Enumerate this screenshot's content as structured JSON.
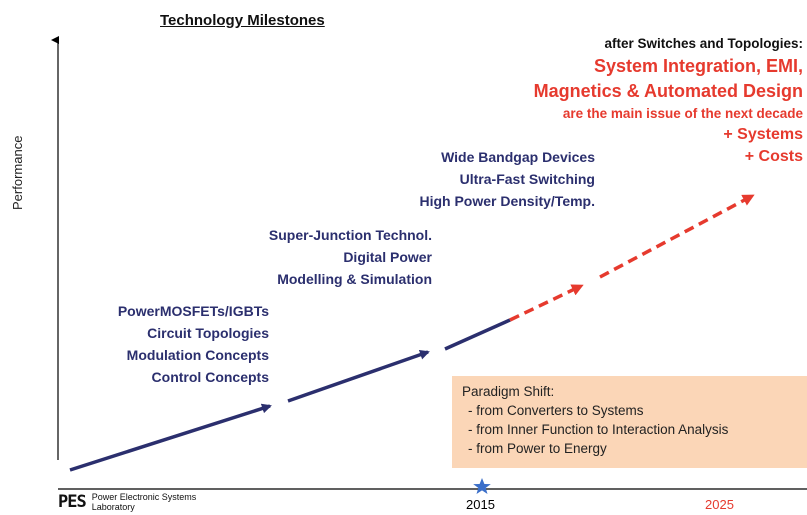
{
  "title": "Technology Milestones",
  "y_axis_label": "Performance",
  "milestones": [
    {
      "lines": [
        "PowerMOSFETs/IGBTs",
        "Circuit Topologies",
        "Modulation Concepts",
        "Control Concepts"
      ]
    },
    {
      "lines": [
        "Super-Junction Technol.",
        "Digital Power",
        "Modelling & Simulation"
      ]
    },
    {
      "lines": [
        "Wide Bandgap Devices",
        "Ultra-Fast Switching",
        "High Power Density/Temp."
      ]
    }
  ],
  "future": {
    "intro": "after Switches and Topologies:",
    "line1": "System Integration, EMI,",
    "line2": "Magnetics & Automated Design",
    "line3": "are the main issue of the next decade",
    "line4": "+ Systems",
    "line5": "+ Costs"
  },
  "paradigm": {
    "heading": "Paradigm Shift:",
    "items": [
      "- from Converters  to Systems",
      "- from Inner Function  to Interaction Analysis",
      "- from Power  to Energy"
    ]
  },
  "years": {
    "y2015": "2015",
    "y2025": "2025"
  },
  "logo": {
    "mark": "PES",
    "line1": "Power Electronic Systems",
    "line2": "Laboratory"
  },
  "colors": {
    "navy": "#2b2f6e",
    "red": "#e63a2e",
    "box": "#fbd6b7",
    "star": "#3b6fc9"
  }
}
